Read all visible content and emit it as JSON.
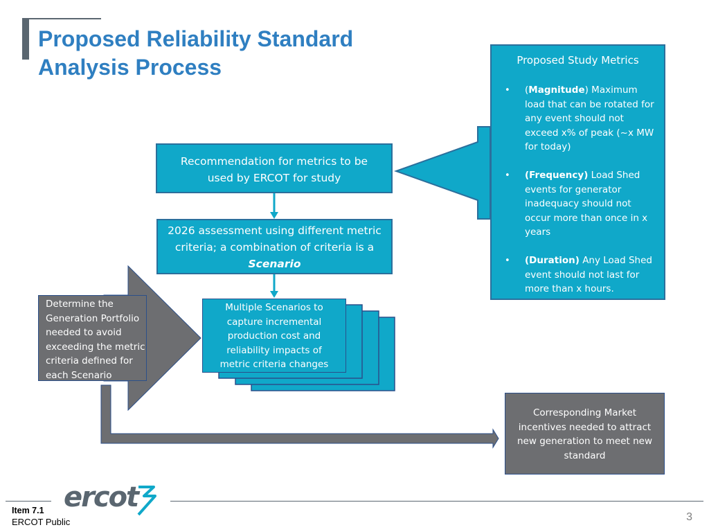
{
  "title": {
    "line1": "Proposed Reliability Standard",
    "line2": "Analysis Process"
  },
  "recommendation_box": {
    "line1": "Recommendation for metrics to be",
    "line2": "used by ERCOT for study"
  },
  "assessment_box": {
    "line1": "2026 assessment using different metric",
    "line2": "criteria; a combination of criteria is a",
    "line3": "Scenario"
  },
  "metrics_box": {
    "title": "Proposed  Study Metrics",
    "items": [
      {
        "keyword": "Magnitude",
        "lines": [
          "(Magnitude) Maximum",
          "load that can be rotated for",
          "any event should not",
          "exceed x% of peak (~x MW",
          "for today)"
        ]
      },
      {
        "keyword": "Frequency",
        "lines": [
          "(Frequency) Load Shed",
          "events for generator",
          "inadequacy should not",
          "occur more than once in x",
          "years"
        ]
      },
      {
        "keyword": "Duration",
        "lines": [
          "(Duration) Any Load Shed",
          "event should not last for",
          "more than x hours."
        ]
      }
    ]
  },
  "scenarios_box": {
    "lines": [
      "Multiple Scenarios to",
      "capture incremental",
      "production cost and",
      "reliability impacts of",
      "metric criteria changes"
    ]
  },
  "generation_box": {
    "lines": [
      "Determine the",
      "Generation Portfolio",
      "needed to avoid",
      "exceeding the metric",
      "criteria defined for",
      "each Scenario"
    ]
  },
  "market_box": {
    "lines": [
      "Corresponding Market",
      "incentives needed to attract",
      "new generation to meet new",
      "standard"
    ]
  },
  "footer": {
    "item": "Item 7.1",
    "public": "ERCOT Public",
    "logo": "ercot",
    "page": "3"
  },
  "colors": {
    "title": "#2f7fc1",
    "teal": "#10a8c9",
    "gray": "#6d6e71",
    "border": "#2b4f8a"
  }
}
